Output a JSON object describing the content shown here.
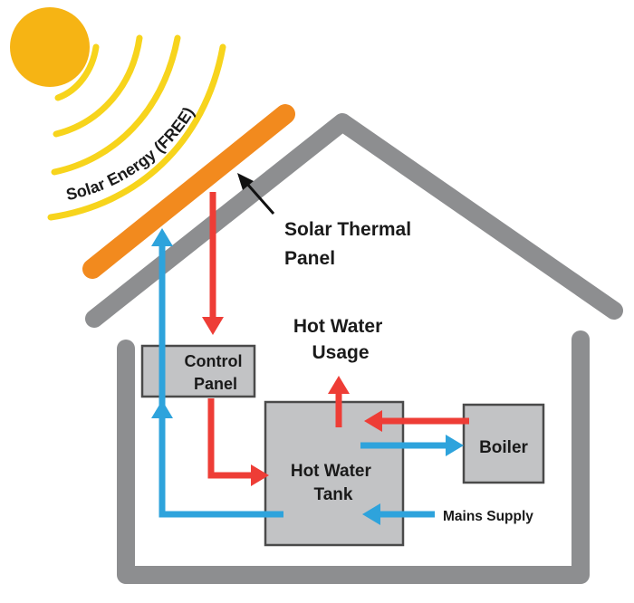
{
  "labels": {
    "solar_energy": "Solar Energy (FREE)",
    "panel_line1": "Solar Thermal",
    "panel_line2": "Panel",
    "usage_line1": "Hot Water",
    "usage_line2": "Usage",
    "control_line1": "Control",
    "control_line2": "Panel",
    "tank_line1": "Hot Water",
    "tank_line2": "Tank",
    "boiler": "Boiler",
    "mains": "Mains Supply"
  },
  "colors": {
    "sun": "#f6b414",
    "rays": "#f7d41c",
    "panel": "#f28a1e",
    "house": "#8d8e90",
    "box_fill": "#c2c3c5",
    "box_stroke": "#4a4a4a",
    "hot_arrow": "#ee3d36",
    "cold_arrow": "#2ea3dc"
  }
}
